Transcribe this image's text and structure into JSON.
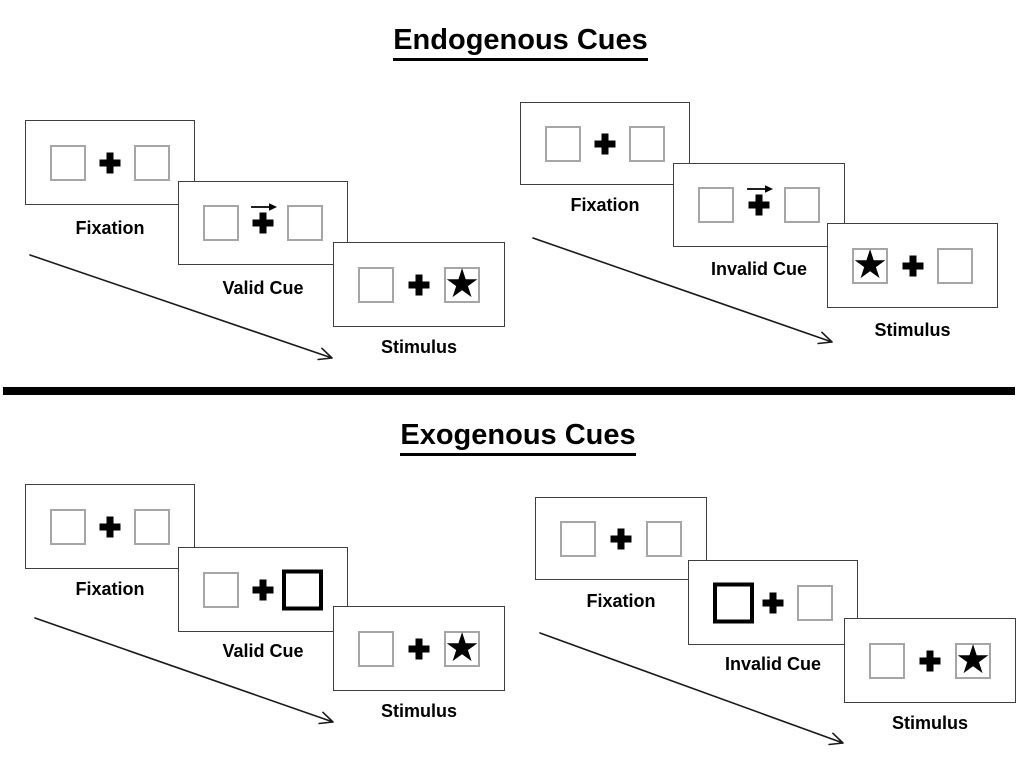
{
  "glyphs": {
    "star": "★"
  },
  "colors": {
    "ink": "#000000",
    "panel_border": "#3f3f3f",
    "placeholder_box_border": "#a6a6a6",
    "cue_highlight_border": "#000000",
    "divider": "#000000",
    "background": "#ffffff"
  },
  "sections": {
    "endogenous": {
      "title": "Endogenous Cues",
      "valid_sequence": {
        "fixation_label": "Fixation",
        "cue_label": "Valid Cue",
        "stimulus_label": "Stimulus",
        "cue_type": "central arrow pointing right",
        "stimulus_side": "right"
      },
      "invalid_sequence": {
        "fixation_label": "Fixation",
        "cue_label": "Invalid Cue",
        "stimulus_label": "Stimulus",
        "cue_type": "central arrow pointing right",
        "stimulus_side": "left"
      }
    },
    "exogenous": {
      "title": "Exogenous Cues",
      "valid_sequence": {
        "fixation_label": "Fixation",
        "cue_label": "Valid Cue",
        "stimulus_label": "Stimulus",
        "cue_type": "right box highlighted",
        "stimulus_side": "right"
      },
      "invalid_sequence": {
        "fixation_label": "Fixation",
        "cue_label": "Invalid Cue",
        "stimulus_label": "Stimulus",
        "cue_type": "left box highlighted",
        "stimulus_side": "right"
      }
    }
  }
}
